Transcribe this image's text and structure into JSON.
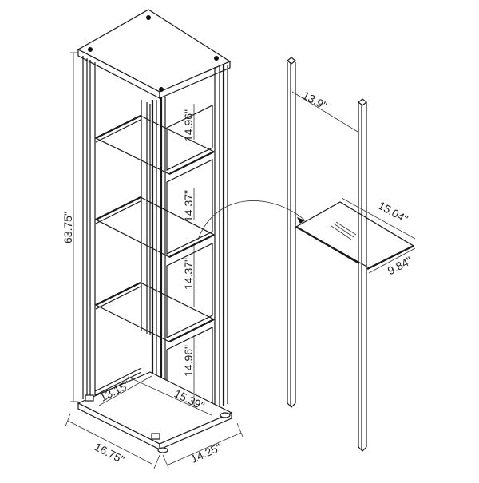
{
  "diagram": {
    "type": "technical-dimension-drawing",
    "subject": "glass curio display cabinet with 3 glass shelves",
    "colors": {
      "line": "#1a1a1a",
      "background": "#ffffff"
    },
    "dimensions": {
      "overall_height": "63.75\"",
      "top_section_height": "14.96\"",
      "middle_upper_height": "14.37\"",
      "middle_lower_height": "14.37\"",
      "bottom_section_height": "14.96\"",
      "inner_depth": "13.15\"",
      "inner_width": "15.39\"",
      "base_width": "16.75\"",
      "base_depth": "14.25\"",
      "post_spacing": "13.9\"",
      "shelf_length": "15.04\"",
      "shelf_width": "9.84\""
    },
    "parts": {
      "cabinet": "assembled-cabinet",
      "posts": "shelf-support-posts",
      "shelf": "glass-shelf-detail"
    }
  }
}
